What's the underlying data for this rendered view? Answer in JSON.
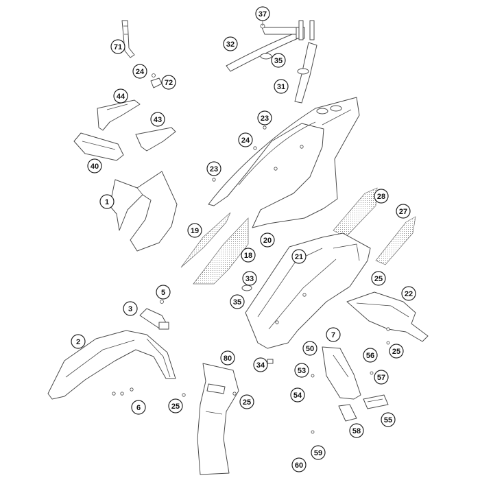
{
  "callouts": [
    {
      "n": "37"
    },
    {
      "n": "32"
    },
    {
      "n": "35"
    },
    {
      "n": "31"
    },
    {
      "n": "71"
    },
    {
      "n": "24"
    },
    {
      "n": "72"
    },
    {
      "n": "44"
    },
    {
      "n": "43"
    },
    {
      "n": "40"
    },
    {
      "n": "23"
    },
    {
      "n": "24"
    },
    {
      "n": "23"
    },
    {
      "n": "1"
    },
    {
      "n": "19"
    },
    {
      "n": "20"
    },
    {
      "n": "18"
    },
    {
      "n": "21"
    },
    {
      "n": "28"
    },
    {
      "n": "27"
    },
    {
      "n": "33"
    },
    {
      "n": "35"
    },
    {
      "n": "25"
    },
    {
      "n": "22"
    },
    {
      "n": "5"
    },
    {
      "n": "3"
    },
    {
      "n": "2"
    },
    {
      "n": "6"
    },
    {
      "n": "80"
    },
    {
      "n": "25"
    },
    {
      "n": "25"
    },
    {
      "n": "34"
    },
    {
      "n": "7"
    },
    {
      "n": "50"
    },
    {
      "n": "53"
    },
    {
      "n": "54"
    },
    {
      "n": "56"
    },
    {
      "n": "25"
    },
    {
      "n": "57"
    },
    {
      "n": "55"
    },
    {
      "n": "58"
    },
    {
      "n": "59"
    },
    {
      "n": "60"
    }
  ]
}
